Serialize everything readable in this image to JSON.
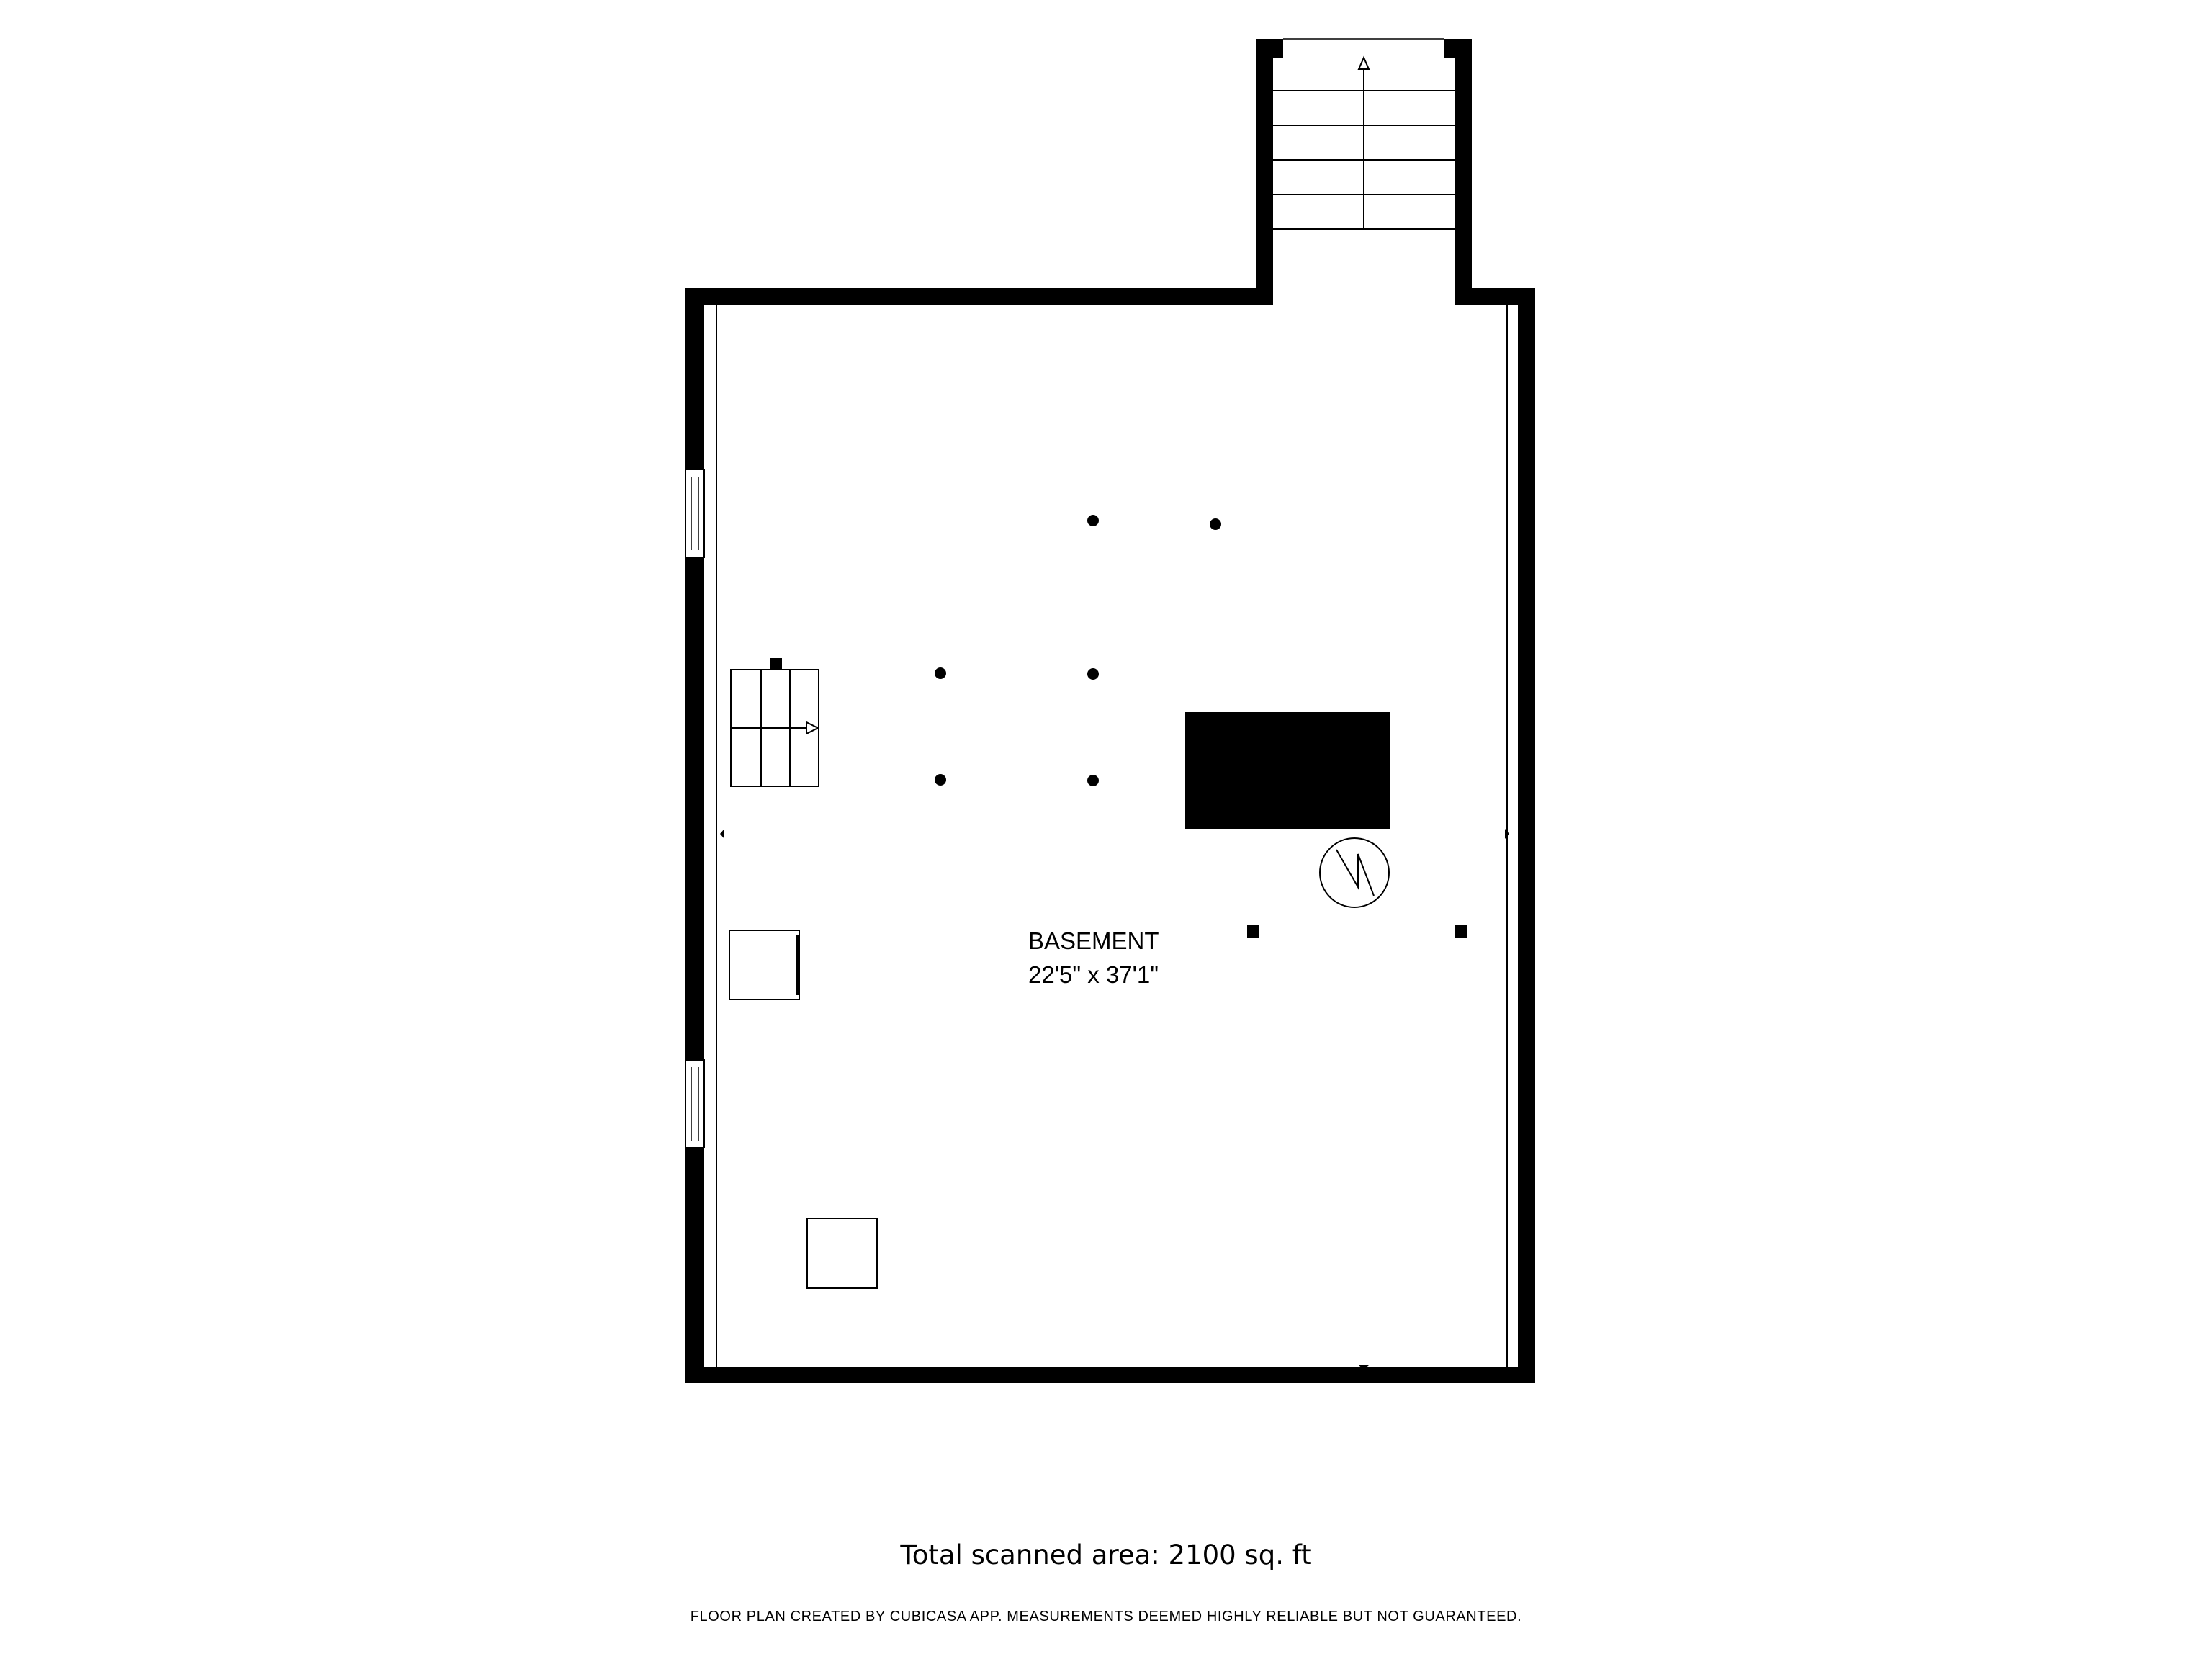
{
  "room": {
    "name": "BASEMENT",
    "dimensions": "22'5\" x 37'1\""
  },
  "total_area": "Total scanned area: 2100 sq. ft",
  "disclaimer": "FLOOR PLAN CREATED BY CUBICASA APP. MEASUREMENTS DEEMED HIGHLY RELIABLE BUT NOT GUARANTEED.",
  "colors": {
    "wall": "#000000",
    "background": "#ffffff"
  }
}
